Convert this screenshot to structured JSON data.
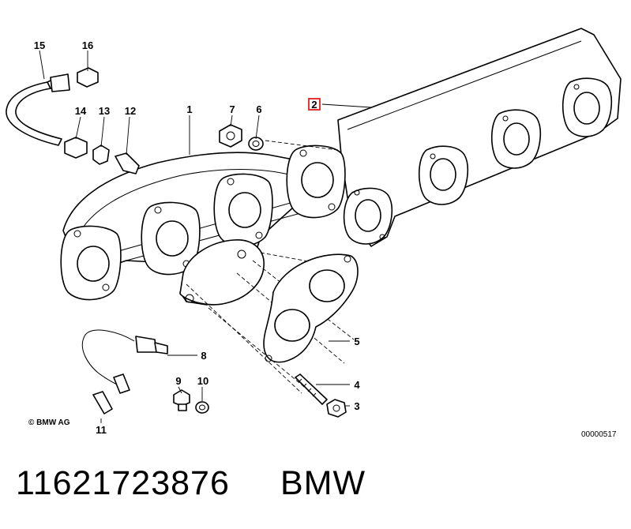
{
  "diagram": {
    "callouts": {
      "c1": "1",
      "c2": "2",
      "c3": "3",
      "c4": "4",
      "c5": "5",
      "c6": "6",
      "c7": "7",
      "c8": "8",
      "c9": "9",
      "c10": "10",
      "c11": "11",
      "c12": "12",
      "c13": "13",
      "c14": "14",
      "c15": "15",
      "c16": "16"
    },
    "highlighted_callout": "2",
    "highlight_color": "#e02020",
    "copyright": "© BMW AG",
    "drawing_number": "00000517"
  },
  "footer": {
    "part_number": "11621723876",
    "brand": "BMW"
  }
}
